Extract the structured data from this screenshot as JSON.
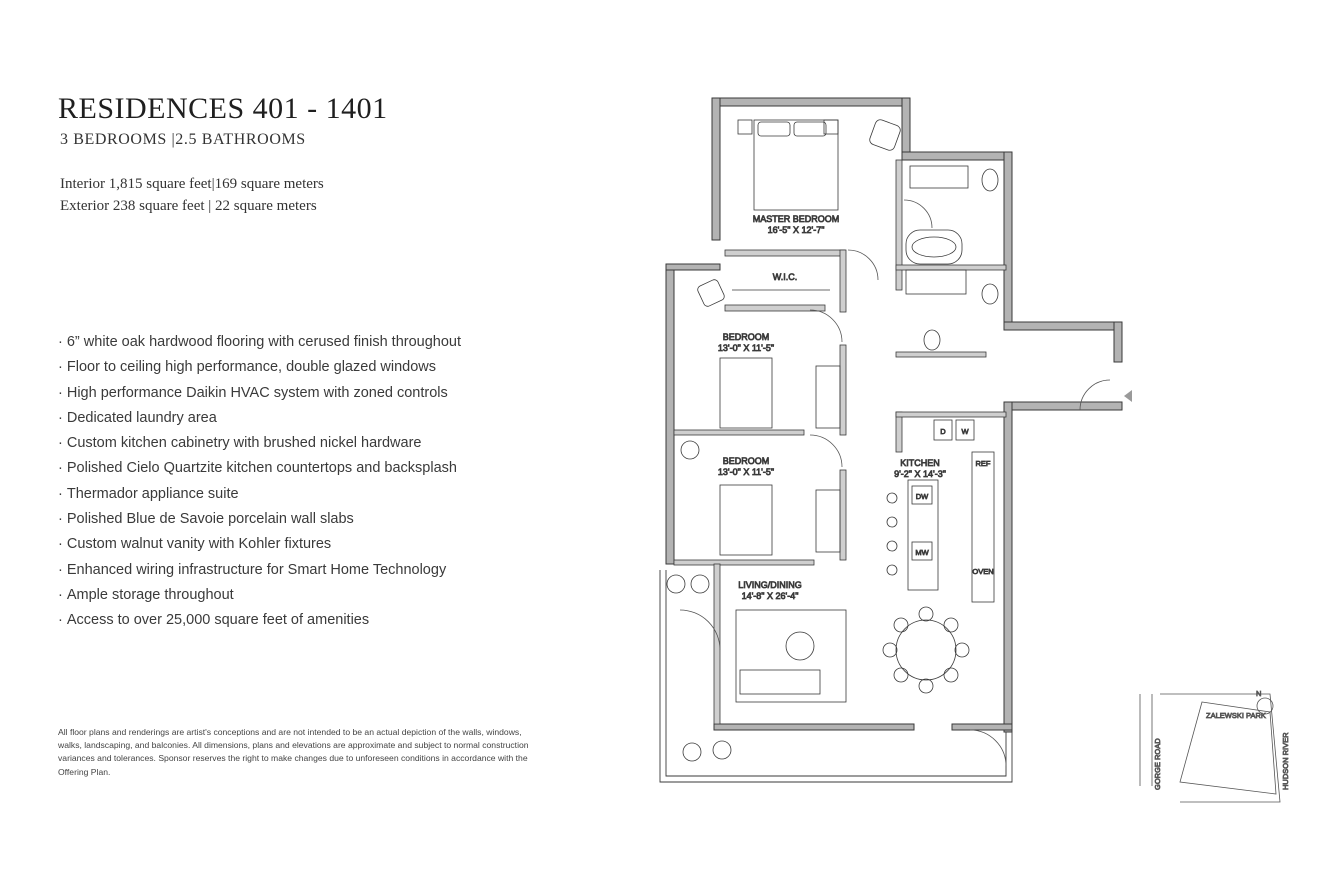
{
  "header": {
    "title": "RESIDENCES 401 - 1401",
    "subtitle": "3 BEDROOMS |2.5 BATHROOMS"
  },
  "areas": {
    "interior": "Interior 1,815  square feet|169 square meters",
    "exterior": "Exterior 238 square feet  | 22 square meters"
  },
  "features": [
    "6” white oak hardwood flooring with cerused finish throughout",
    "Floor to ceiling high performance, double glazed windows",
    "High performance Daikin HVAC system with zoned controls",
    "Dedicated laundry area",
    "Custom kitchen cabinetry with brushed nickel hardware",
    "Polished Cielo Quartzite kitchen countertops and backsplash",
    "Thermador appliance suite",
    "Polished Blue de Savoie porcelain wall slabs",
    "Custom walnut vanity with Kohler fixtures",
    "Enhanced wiring infrastructure for Smart Home Technology",
    "Ample storage throughout",
    "Access to over 25,000 square feet of amenities"
  ],
  "disclaimer": "All floor plans and renderings are artist's conceptions and are not intended to be an actual depiction of the walls, windows, walks, landscaping, and balconies. All dimensions, plans and elevations are approximate and subject to normal construction variances and tolerances. Sponsor reserves the right to make changes due to unforeseen conditions in accordance with the Offering Plan.",
  "floorplan": {
    "rooms": [
      {
        "name": "MASTER BEDROOM",
        "dims": "16'-5\" X 12'-7\""
      },
      {
        "name": "W.I.C."
      },
      {
        "name": "BEDROOM",
        "dims": "13'-0\" X 11'-5\""
      },
      {
        "name": "BEDROOM",
        "dims": "13'-0\" X 11'-5\""
      },
      {
        "name": "KITCHEN",
        "dims": "9'-2\" X 14'-3\""
      },
      {
        "name": "LIVING/DINING",
        "dims": "14'-8\" X 26'-4\""
      }
    ],
    "appliances": {
      "dishwasher": "DW",
      "microwave": "MW",
      "fridge": "REF",
      "oven": "OVEN",
      "dryer": "D",
      "washer": "W"
    }
  },
  "keymap": {
    "north": "N",
    "park": "ZALEWSKI PARK",
    "road": "GORGE ROAD",
    "river": "HUDSON RIVER"
  },
  "colors": {
    "wall": "#b3b3b3",
    "line": "#3a3a3a",
    "text": "#2a2a2a"
  }
}
